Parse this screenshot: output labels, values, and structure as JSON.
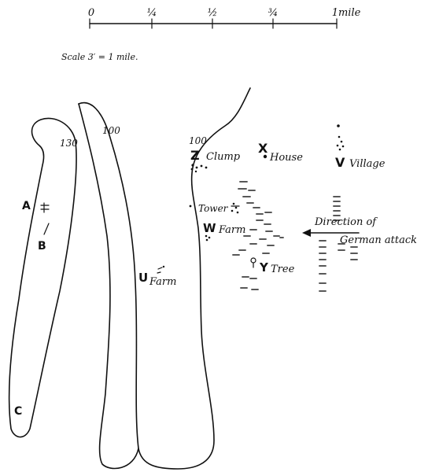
{
  "scale_bar": {
    "ticks": [
      "0",
      "¼",
      "½",
      "¾",
      "1mile"
    ],
    "caption": "Scale 3′ = 1 mile."
  },
  "contours": [
    {
      "label": "130"
    },
    {
      "label": "100"
    },
    {
      "label": "100"
    }
  ],
  "points": {
    "A": "A",
    "B": "B",
    "C": "C",
    "U": {
      "letter": "U",
      "name": "Farm"
    },
    "V": {
      "letter": "V",
      "name": "Village"
    },
    "W": {
      "letter": "W",
      "name": "Farm"
    },
    "X": {
      "letter": "X",
      "name": "House"
    },
    "Y": {
      "letter": "Y",
      "name": "Tree"
    },
    "Z": {
      "letter": "Z",
      "name": "Clump"
    },
    "tower": "Tower"
  },
  "attack": {
    "line1": "Direction of",
    "line2": "German attack"
  },
  "icons": [
    "arrow-left-icon",
    "tree-icon",
    "tower-icon",
    "farm-buildings-icon",
    "village-dots-icon",
    "house-dot-icon",
    "clump-dots-icon"
  ]
}
